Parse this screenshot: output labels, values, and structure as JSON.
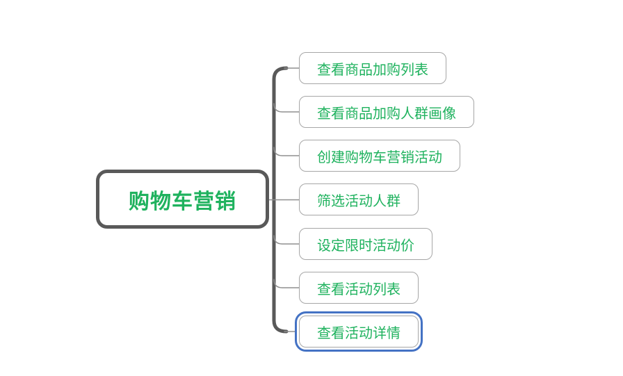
{
  "app": {
    "type": "mindmap-canvas",
    "background": "#ffffff"
  },
  "colors": {
    "topic_text": "#1fb25e",
    "root_border": "#595959",
    "spine": "#595959",
    "branch_thin": "#8f8f8f",
    "child_border": "#a6a6a6",
    "selection_blue": "#4472c4",
    "background": "#ffffff"
  },
  "chart_data": {
    "type": "table",
    "title": "购物车营销",
    "categories": [
      "查看商品加购列表",
      "查看商品加购人群画像",
      "创建购物车营销活动",
      "筛选活动人群",
      "设定限时活动价",
      "查看活动列表",
      "查看活动详情"
    ]
  },
  "mindmap": {
    "root": {
      "label": "购物车营销"
    },
    "topics": [
      {
        "label": "查看商品加购列表",
        "selected": false
      },
      {
        "label": "查看商品加购人群画像",
        "selected": false
      },
      {
        "label": "创建购物车营销活动",
        "selected": false
      },
      {
        "label": "筛选活动人群",
        "selected": false
      },
      {
        "label": "设定限时活动价",
        "selected": false
      },
      {
        "label": "查看活动列表",
        "selected": false
      },
      {
        "label": "查看活动详情",
        "selected": true
      }
    ]
  }
}
